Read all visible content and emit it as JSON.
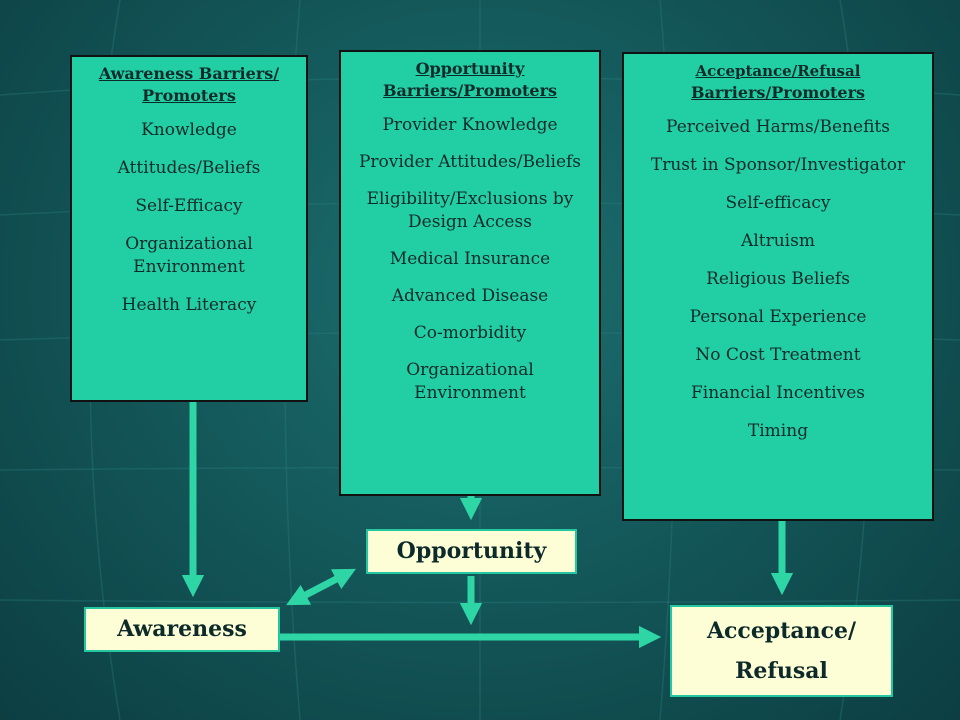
{
  "awareness_box": {
    "header": "Awareness Barriers/ Promoters",
    "items": [
      "Knowledge",
      "Attitudes/Beliefs",
      "Self-Efficacy",
      "Organizational Environment",
      "Health Literacy"
    ]
  },
  "opportunity_box": {
    "header": "Opportunity Barriers/Promoters",
    "items": [
      "Provider Knowledge",
      "Provider Attitudes/Beliefs",
      "Eligibility/Exclusions by Design Access",
      "Medical Insurance",
      "Advanced Disease",
      "Co-morbidity",
      "Organizational Environment"
    ]
  },
  "acceptance_box": {
    "header_line1": "Acceptance/Refusal",
    "header_line2": "Barriers/Promoters",
    "items": [
      "Perceived Harms/Benefits",
      "Trust in Sponsor/Investigator",
      "Self-efficacy",
      "Altruism",
      "Religious Beliefs",
      "Personal Experience",
      "No Cost Treatment",
      "Financial Incentives",
      "Timing"
    ]
  },
  "nodes": {
    "opportunity": "Opportunity",
    "awareness": "Awareness",
    "acceptance_line1": "Acceptance/",
    "acceptance_line2": "Refusal"
  },
  "colors": {
    "box_fill": "#22cfa4",
    "node_fill": "#fdfdd6",
    "arrow": "#2ed6a5"
  }
}
